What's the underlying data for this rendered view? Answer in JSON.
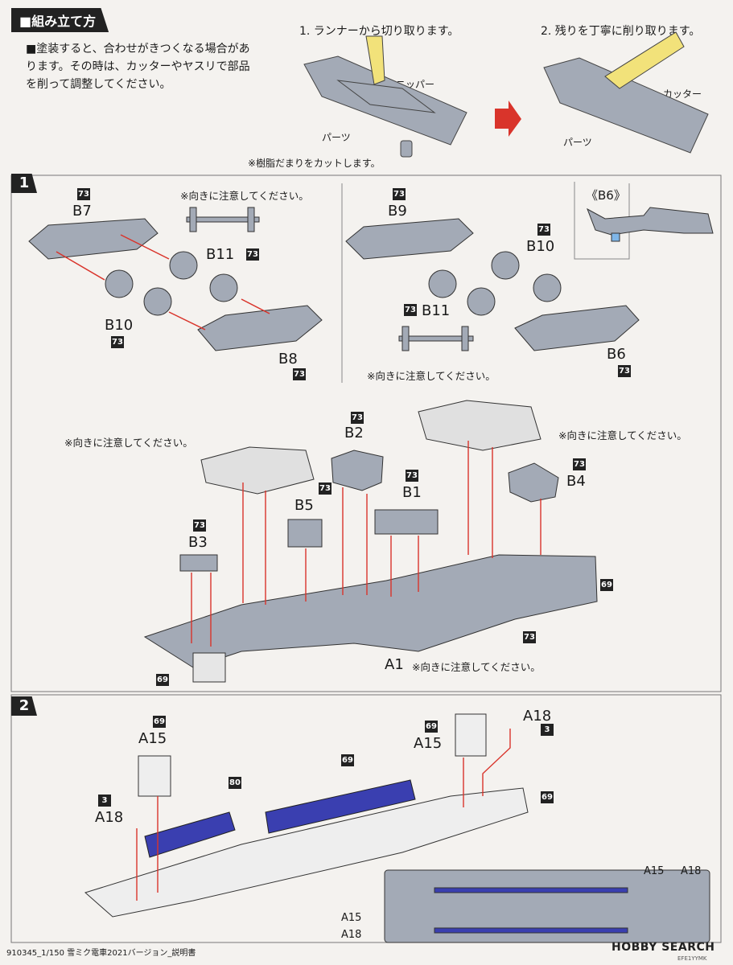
{
  "header": {
    "title": "■組み立て方"
  },
  "intro": {
    "text": "■塗装すると、合わせがきつくなる場合があります。その時は、カッターやヤスリで部品を削って調整してください。"
  },
  "steps_top": {
    "step1": "1. ランナーから切り取ります。",
    "step2": "2. 残りを丁寧に削り取ります。",
    "nipper": "ニッパー",
    "cutter": "カッター",
    "parts": "パーツ",
    "resin_note": "※樹脂だまりをカットします。"
  },
  "step_numbers": [
    "1",
    "2"
  ],
  "step1": {
    "left": {
      "b7_badge": "73",
      "b7": "B7",
      "note": "※向きに注意してください。",
      "b11": "B11",
      "b11_badge": "73",
      "b10": "B10",
      "b10_badge": "73",
      "b8": "B8",
      "b8_badge": "73"
    },
    "right": {
      "b9_badge": "73",
      "b9": "B9",
      "b10_badge": "73",
      "b10": "B10",
      "b11_badge": "73",
      "b11": "B11",
      "b6": "B6",
      "b6_badge": "73",
      "note": "※向きに注意してください。",
      "inset_title": "《B6》"
    },
    "assembly": {
      "note_left": "※向きに注意してください。",
      "note_right": "※向きに注意してください。",
      "b2_badge": "73",
      "b2": "B2",
      "b1_badge": "73",
      "b1": "B1",
      "b4_badge": "73",
      "b4": "B4",
      "b5_badge": "73",
      "b5": "B5",
      "b3_badge": "73",
      "b3": "B3",
      "badge_69_right": "69",
      "badge_73_bottom": "73",
      "badge_69_left": "69",
      "a1": "A1",
      "a1_note": "※向きに注意してください。"
    }
  },
  "step2": {
    "a15_left_badge": "69",
    "a15_left": "A15",
    "a18_left_badge": "3",
    "a18_left": "A18",
    "badge_80": "80",
    "badge_69_mid": "69",
    "a15_right_badge": "69",
    "a15_right": "A15",
    "a18_right": "A18",
    "a18_right_badge": "3",
    "badge_69_right": "69",
    "inset": {
      "a15_top": "A15",
      "a18_top": "A18",
      "a15_left": "A15",
      "a18_left": "A18"
    }
  },
  "footer": {
    "text": "910345_1/150 雪ミク電車2021バージョン_説明書"
  },
  "watermark": {
    "brand": "HOBBY SEARCH",
    "sub": "EFE1YYMK"
  },
  "colors": {
    "part_gray": "#a3aab6",
    "arrow_red": "#d9342b",
    "seat_blue": "#3a3fb0",
    "badge_black": "#222222"
  }
}
